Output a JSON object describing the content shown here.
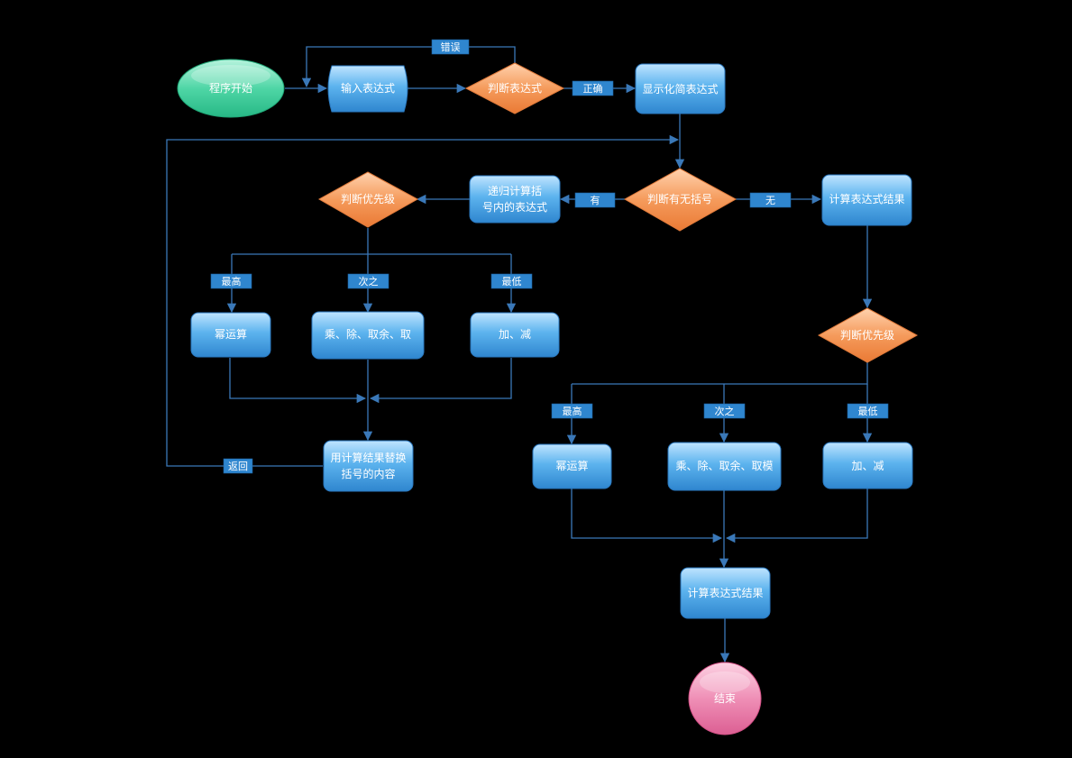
{
  "nodes": {
    "start": "程序开始",
    "input": "输入表达式",
    "check_expr": "判断表达式",
    "show_simplified": "显示化简表达式",
    "check_paren": "判断有无括号",
    "recursive_1": "递归计算括",
    "recursive_2": "号内的表达式",
    "priority_left": "判断优先级",
    "power_left": "幂运算",
    "muldiv_left": "乘、除、取余、取",
    "addsub_left": "加、减",
    "replace_1": "用计算结果替换",
    "replace_2": "括号的内容",
    "compute_top": "计算表达式结果",
    "priority_right": "判断优先级",
    "power_right": "幂运算",
    "muldiv_right": "乘、除、取余、取模",
    "addsub_right": "加、减",
    "compute_bottom": "计算表达式结果",
    "end": "结束"
  },
  "edge_labels": {
    "error": "错误",
    "correct": "正确",
    "has": "有",
    "none": "无",
    "left_high": "最高",
    "left_mid": "次之",
    "left_low": "最低",
    "back": "返回",
    "right_high": "最高",
    "right_mid": "次之",
    "right_low": "最低"
  },
  "colors": {
    "edge": "#3a78b8",
    "process_blue": "#4aa3e6",
    "decision_orange": "#f39a5a",
    "start_green": "#4fd6a6",
    "end_pink": "#ec85ae",
    "label_blue": "#2f86cf"
  }
}
